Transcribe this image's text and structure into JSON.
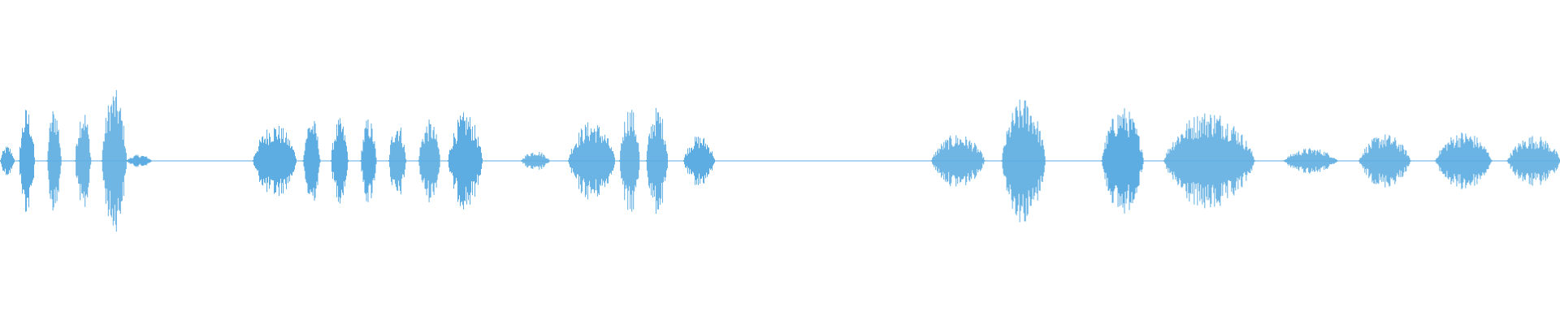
{
  "waveform": {
    "color": "#5dade2",
    "background": "#ffffff",
    "amplitude_range": [
      -1,
      1
    ],
    "duration_fraction": [
      0,
      1
    ],
    "segments": [
      {
        "start": 0.0,
        "end": 0.009,
        "peak": 0.12
      },
      {
        "start": 0.012,
        "end": 0.022,
        "peak": 0.42
      },
      {
        "start": 0.03,
        "end": 0.039,
        "peak": 0.43
      },
      {
        "start": 0.048,
        "end": 0.058,
        "peak": 0.42
      },
      {
        "start": 0.065,
        "end": 0.081,
        "peak": 0.56
      },
      {
        "start": 0.081,
        "end": 0.097,
        "peak": 0.05
      },
      {
        "start": 0.162,
        "end": 0.19,
        "peak": 0.29
      },
      {
        "start": 0.194,
        "end": 0.205,
        "peak": 0.35
      },
      {
        "start": 0.212,
        "end": 0.223,
        "peak": 0.33
      },
      {
        "start": 0.231,
        "end": 0.241,
        "peak": 0.34
      },
      {
        "start": 0.249,
        "end": 0.26,
        "peak": 0.32
      },
      {
        "start": 0.268,
        "end": 0.282,
        "peak": 0.32
      },
      {
        "start": 0.287,
        "end": 0.309,
        "peak": 0.38
      },
      {
        "start": 0.334,
        "end": 0.352,
        "peak": 0.08
      },
      {
        "start": 0.364,
        "end": 0.394,
        "peak": 0.31
      },
      {
        "start": 0.397,
        "end": 0.41,
        "peak": 0.43
      },
      {
        "start": 0.414,
        "end": 0.428,
        "peak": 0.42
      },
      {
        "start": 0.438,
        "end": 0.458,
        "peak": 0.2
      },
      {
        "start": 0.597,
        "end": 0.631,
        "peak": 0.21
      },
      {
        "start": 0.642,
        "end": 0.67,
        "peak": 0.49
      },
      {
        "start": 0.706,
        "end": 0.733,
        "peak": 0.42
      },
      {
        "start": 0.746,
        "end": 0.804,
        "peak": 0.39
      },
      {
        "start": 0.823,
        "end": 0.857,
        "peak": 0.1
      },
      {
        "start": 0.871,
        "end": 0.904,
        "peak": 0.21
      },
      {
        "start": 0.92,
        "end": 0.956,
        "peak": 0.23
      },
      {
        "start": 0.966,
        "end": 1.0,
        "peak": 0.2
      }
    ]
  }
}
